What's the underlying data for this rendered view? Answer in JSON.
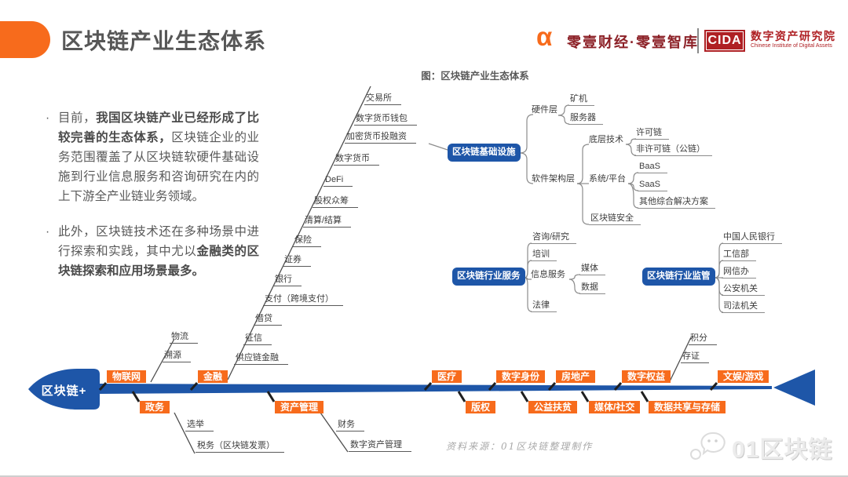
{
  "header": {
    "title": "区块链产业生态体系",
    "brand_left_logo": "α",
    "brand_left": "零壹财经·零壹智库",
    "cida_acronym": "CIDA",
    "institute_cn": "数字资产研究院",
    "institute_en": "Chinese Institute of Digital Assets"
  },
  "figure_title": "图：区块链产业生态体系",
  "bullet_marker": "·",
  "bullets": [
    {
      "pre": "目前，",
      "bold": "我国区块链产业已经形成了比较完善的生态体系，",
      "post": "区块链企业的业务范围覆盖了从区块链软硬件基础设施到行业信息服务和咨询研究在内的上下游全产业链业务领域。"
    },
    {
      "pre": "此外，区块链技术还在多种场景中进行探索和实践，其中尤以",
      "bold": "金融类的区块链探索和应用场景最多。",
      "post": ""
    }
  ],
  "mindmap": {
    "finance": [
      "交易所",
      "数字货币钱包",
      "加密货币投融资",
      "数字货币",
      "DeFi",
      "股权众筹",
      "清算/结算",
      "保险",
      "证券",
      "银行",
      "支付（跨境支付）",
      "借贷",
      "征信",
      "供应链金融"
    ],
    "iot": [
      "物流",
      "溯源"
    ],
    "infra": {
      "label": "区块链基础设施",
      "hw": {
        "label": "硬件层",
        "items": [
          "矿机",
          "服务器"
        ]
      },
      "sw": {
        "label": "软件架构层",
        "tech": {
          "label": "底层技术",
          "items": [
            "许可链",
            "非许可链（公链）"
          ]
        },
        "plat": {
          "label": "系统/平台",
          "items": [
            "BaaS",
            "SaaS",
            "其他综合解决方案"
          ]
        },
        "security": "区块链安全"
      }
    },
    "svc": {
      "label": "区块链行业服务",
      "items": [
        "咨询/研究",
        "培训",
        "信息服务",
        "法律"
      ],
      "info_items": [
        "媒体",
        "数据"
      ]
    },
    "reg": {
      "label": "区块链行业监管",
      "items": [
        "中国人民银行",
        "工信部",
        "网信办",
        "公安机关",
        "司法机关"
      ]
    }
  },
  "fishbone": {
    "head": "区块链+",
    "top": [
      "物联网",
      "金融",
      "医疗",
      "数字身份",
      "房地产",
      "数字权益",
      "文娱/游戏"
    ],
    "bottom": [
      "政务",
      "资产管理",
      "版权",
      "公益扶贫",
      "媒体/社交",
      "数据共享与存储"
    ],
    "gov": [
      "选举",
      "税务（区块链发票）"
    ],
    "asset": [
      "财务",
      "数字资产管理"
    ],
    "rights": [
      "积分",
      "存证"
    ]
  },
  "source": "资料来源：01区块链整理制作",
  "watermark": "01区块链",
  "colors": {
    "accent_orange": "#F76B1C",
    "primary_blue": "#1E56A8",
    "brand_red": "#AF2024",
    "brand_maroon": "#8C2127",
    "line_gray": "#8C8C8C",
    "text_gray": "#595959"
  }
}
